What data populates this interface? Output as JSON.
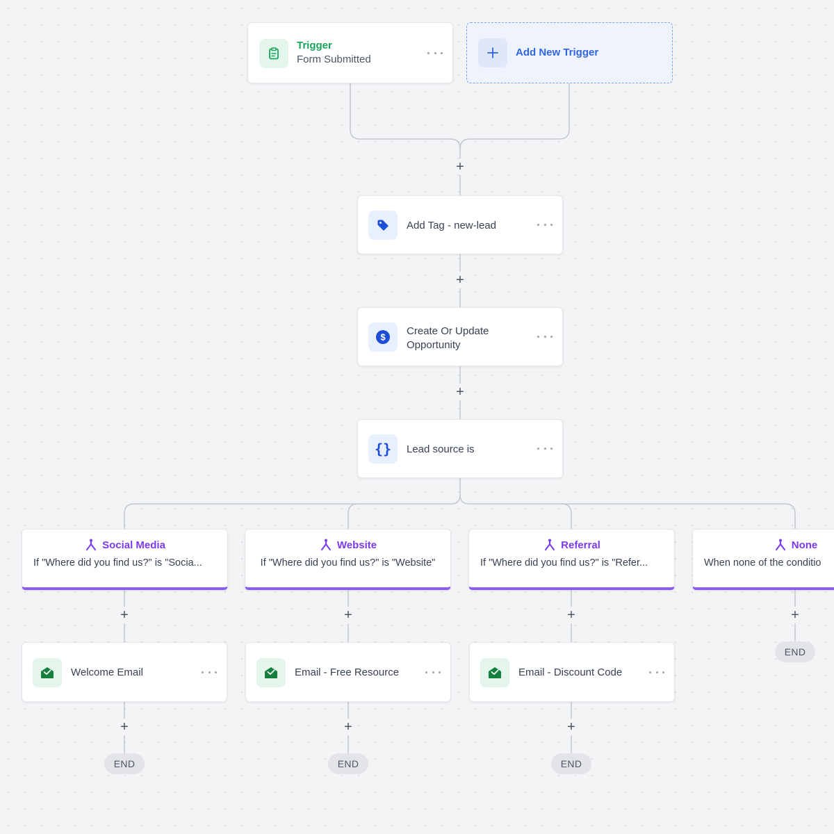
{
  "trigger": {
    "title": "Trigger",
    "subtitle": "Form Submitted",
    "icon": "clipboard-icon"
  },
  "add_trigger": {
    "label": "Add New Trigger",
    "icon": "plus-icon"
  },
  "actions": [
    {
      "label": "Add Tag - new-lead",
      "icon": "tag-icon"
    },
    {
      "label_line1": "Create Or Update",
      "label_line2": "Opportunity",
      "icon": "dollar-icon"
    },
    {
      "label": "Lead source is",
      "icon": "braces-icon"
    }
  ],
  "branches": [
    {
      "title": "Social Media",
      "condition": "If \"Where did you find us?\" is \"Socia..."
    },
    {
      "title": "Website",
      "condition": "If \"Where did you find us?\" is \"Website\""
    },
    {
      "title": "Referral",
      "condition": "If \"Where did you find us?\" is \"Refer..."
    },
    {
      "title": "None",
      "condition": "When none of the conditio"
    }
  ],
  "emails": [
    {
      "label": "Welcome Email",
      "icon": "envelope-icon"
    },
    {
      "label": "Email - Free Resource",
      "icon": "envelope-icon"
    },
    {
      "label": "Email - Discount Code",
      "icon": "envelope-icon"
    }
  ],
  "end_label": "END",
  "plus_symbol": "+",
  "colors": {
    "trigger_green": "#15a45a",
    "action_blue": "#1d4ed8",
    "branch_purple": "#7c3aed",
    "add_trigger_blue": "#2f66e0"
  }
}
